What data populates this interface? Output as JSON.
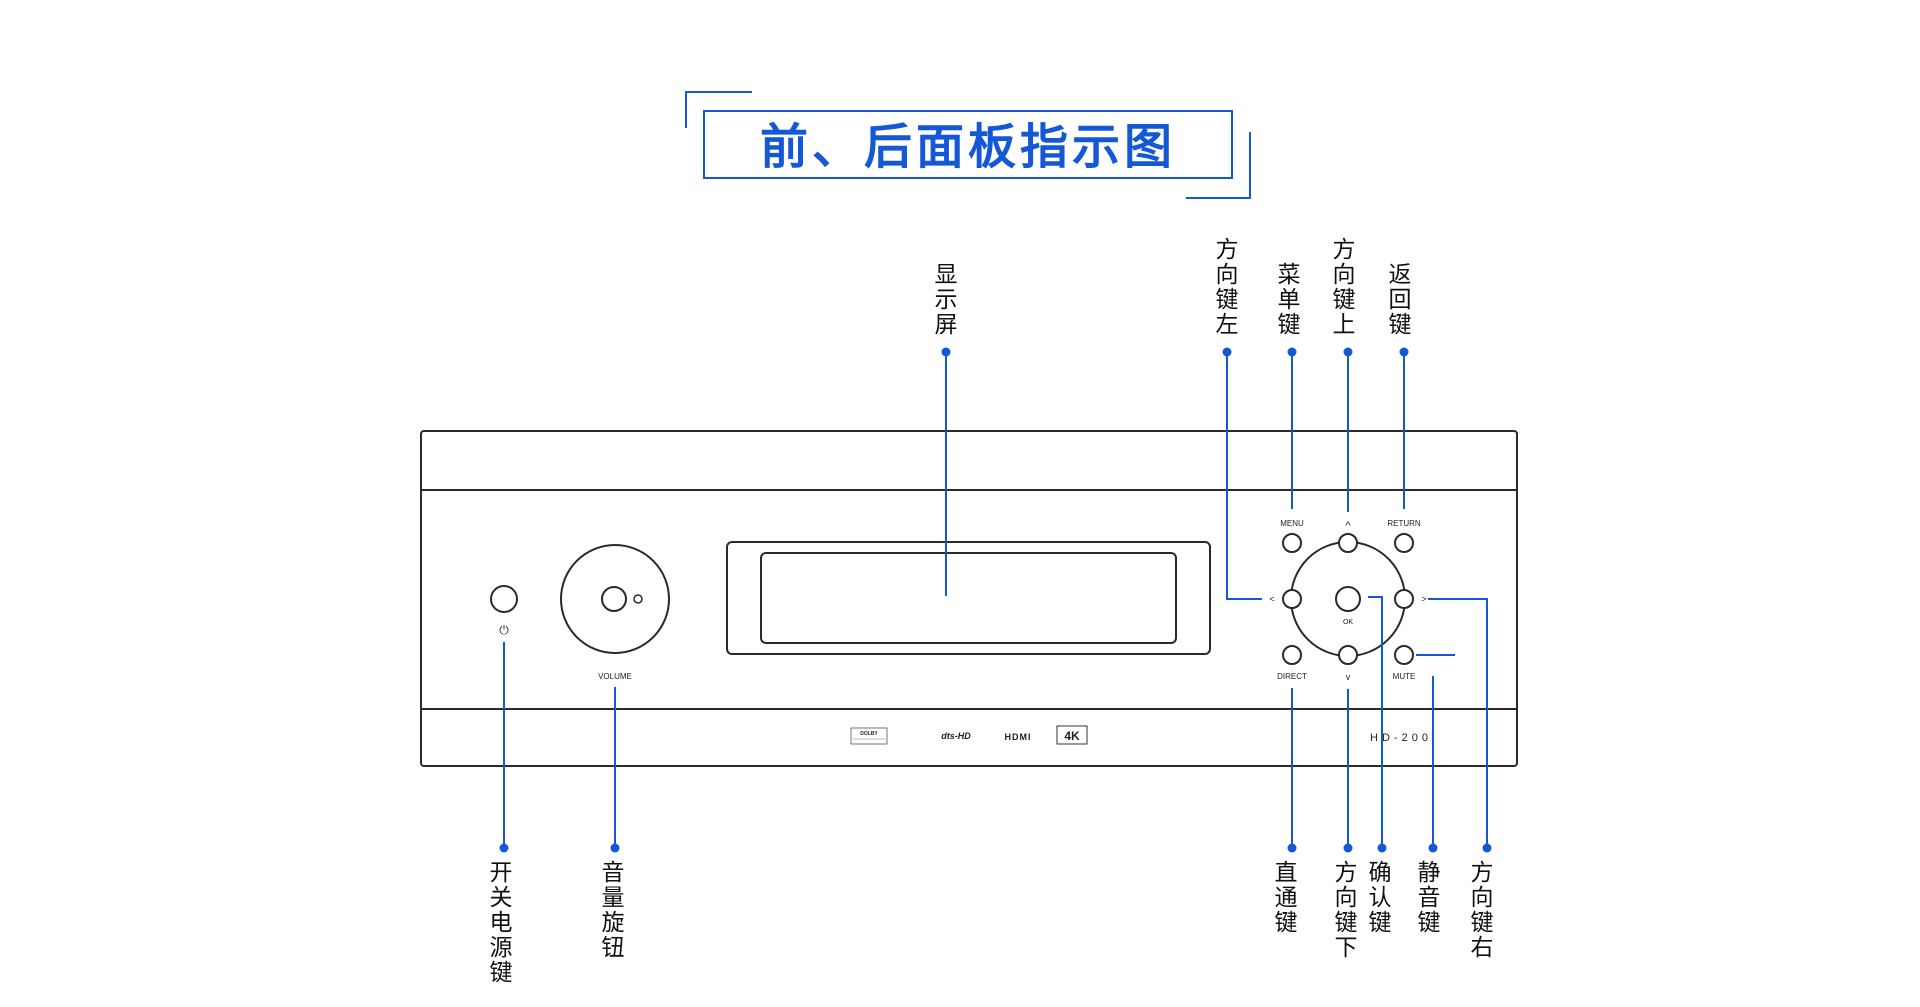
{
  "title": "前、后面板指示图",
  "colors": {
    "accent": "#1558d6",
    "line": "#2a2a2a"
  },
  "panel": {
    "volume_label": "VOLUME",
    "menu_label": "MENU",
    "return_label": "RETURN",
    "up_symbol": "^",
    "down_symbol": "v",
    "left_symbol": "<",
    "right_symbol": ">",
    "ok_label": "OK",
    "direct_label": "DIRECT",
    "mute_label": "MUTE",
    "power_symbol": "⏻",
    "model": "HD-200",
    "logos": {
      "hdmi": "HDMI",
      "fourk": "4K",
      "dts": "dts-HD",
      "dolby": "DOLBY"
    }
  },
  "callouts_top": [
    {
      "id": "display",
      "label": "显示屏"
    },
    {
      "id": "left",
      "label": "方向键左"
    },
    {
      "id": "menu",
      "label": "菜单键"
    },
    {
      "id": "up",
      "label": "方向键上"
    },
    {
      "id": "return",
      "label": "返回键"
    }
  ],
  "callouts_bottom": [
    {
      "id": "power",
      "label": "开关电源键"
    },
    {
      "id": "volume",
      "label": "音量旋钮"
    },
    {
      "id": "direct",
      "label": "直通键"
    },
    {
      "id": "down",
      "label": "方向键下"
    },
    {
      "id": "ok",
      "label": "确认键"
    },
    {
      "id": "mute",
      "label": "静音键"
    },
    {
      "id": "right",
      "label": "方向键右"
    }
  ]
}
